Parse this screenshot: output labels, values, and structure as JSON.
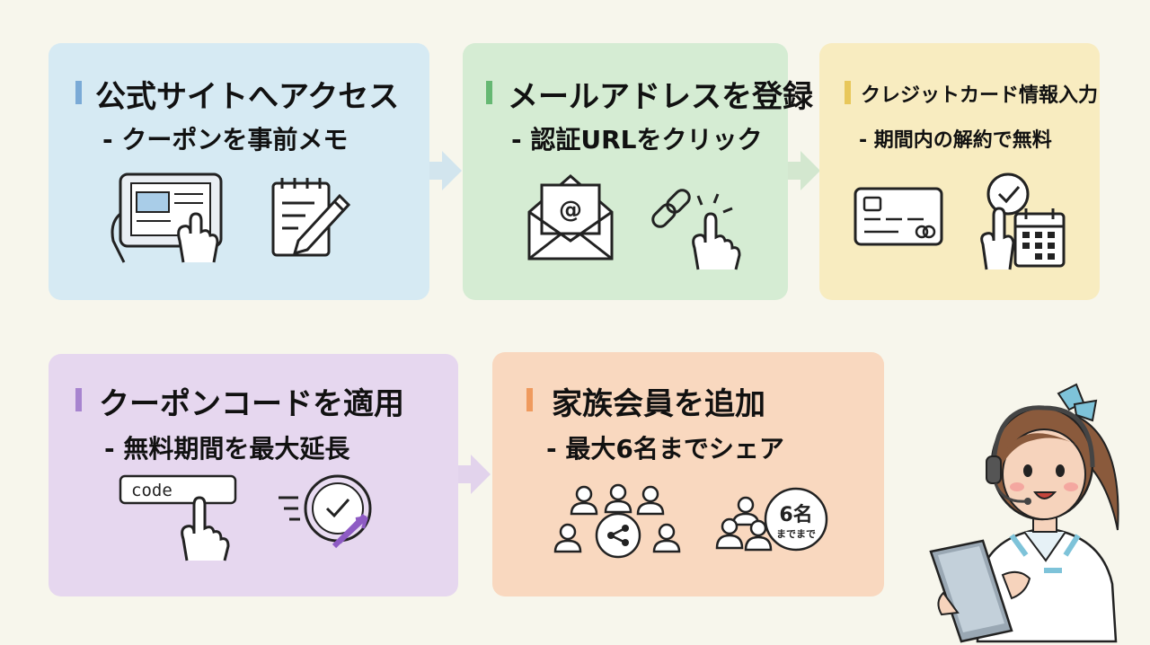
{
  "steps": [
    {
      "title": "公式サイトへアクセス",
      "subtitle": "- クーポンを事前メモ",
      "accent": "#7aaad6",
      "bg": "#d6eaf3"
    },
    {
      "title": "メールアドレスを登録",
      "subtitle": "- 認証URLをクリック",
      "accent": "#66b873",
      "bg": "#d5ecd3"
    },
    {
      "title": "クレジットカード情報入力",
      "subtitle": "- 期間内の解約で無料",
      "accent": "#e8c75a",
      "bg": "#f8ecc0"
    },
    {
      "title": "クーポンコードを適用",
      "subtitle": "- 無料期間を最大延長",
      "accent": "#a784cf",
      "bg": "#e6d7ef"
    },
    {
      "title": "家族会員を追加",
      "subtitle": "- 最大6名までシェア",
      "accent": "#ef9a5e",
      "bg": "#f9d8bf"
    }
  ],
  "icons": {
    "code_label": "code",
    "email_at": "@",
    "family_count": "6名",
    "family_limit": "までまで"
  }
}
